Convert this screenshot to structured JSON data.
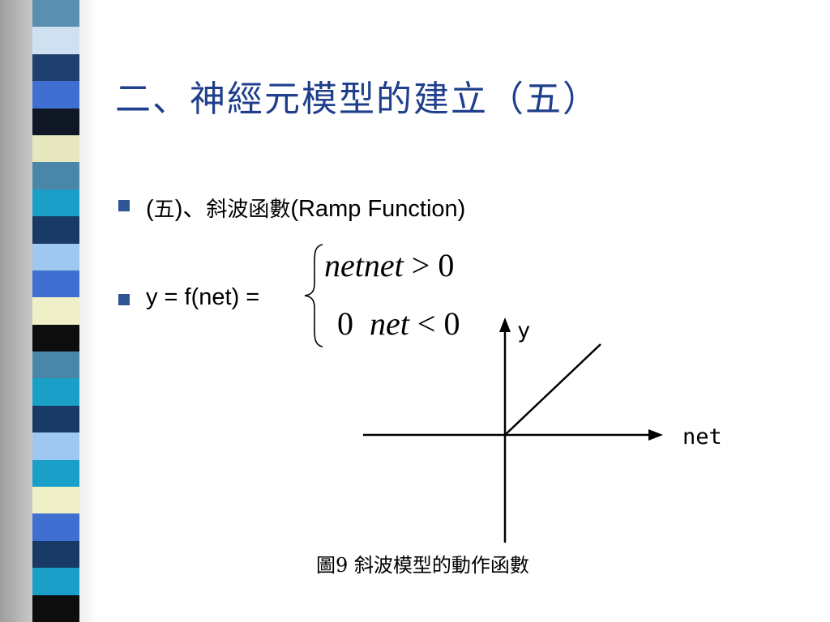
{
  "slide": {
    "title": "二、神經元模型的建立（五）",
    "bullets": [
      {
        "prefix": "(",
        "cjk_numeral": "五",
        "mid": ")、",
        "cjk_name": "斜波函數",
        "latin": "(Ramp Function)"
      },
      {
        "text": "y = f(net) ="
      }
    ]
  },
  "formula": {
    "case1": {
      "value": "net",
      "cond_var": "net",
      "cond_op": ">",
      "cond_val": "0"
    },
    "case2": {
      "value": "0",
      "cond_var": "net",
      "cond_op": "<",
      "cond_val": "0"
    }
  },
  "graph": {
    "y_label": "y",
    "x_label": "net",
    "caption": "圖9  斜波模型的動作函數"
  },
  "decor": {
    "stripe_colors": [
      "#5b8fb0",
      "#cfe0f0",
      "#1f3f6e",
      "#3f6fd0",
      "#101826",
      "#e6e6bf",
      "#4a86a8",
      "#1aa0c8",
      "#193a66",
      "#9ec8f0",
      "#3f6fd0",
      "#f0f0c8",
      "#0d0d0d",
      "#4a86a8",
      "#1aa0c8",
      "#193a66",
      "#9ec8f0",
      "#1aa0c8",
      "#f0f0c8",
      "#3f6fd0",
      "#193a66",
      "#1aa0c8",
      "#0d0d0d"
    ],
    "title_color": "#1f3f8c",
    "bullet_color": "#2f5597"
  }
}
